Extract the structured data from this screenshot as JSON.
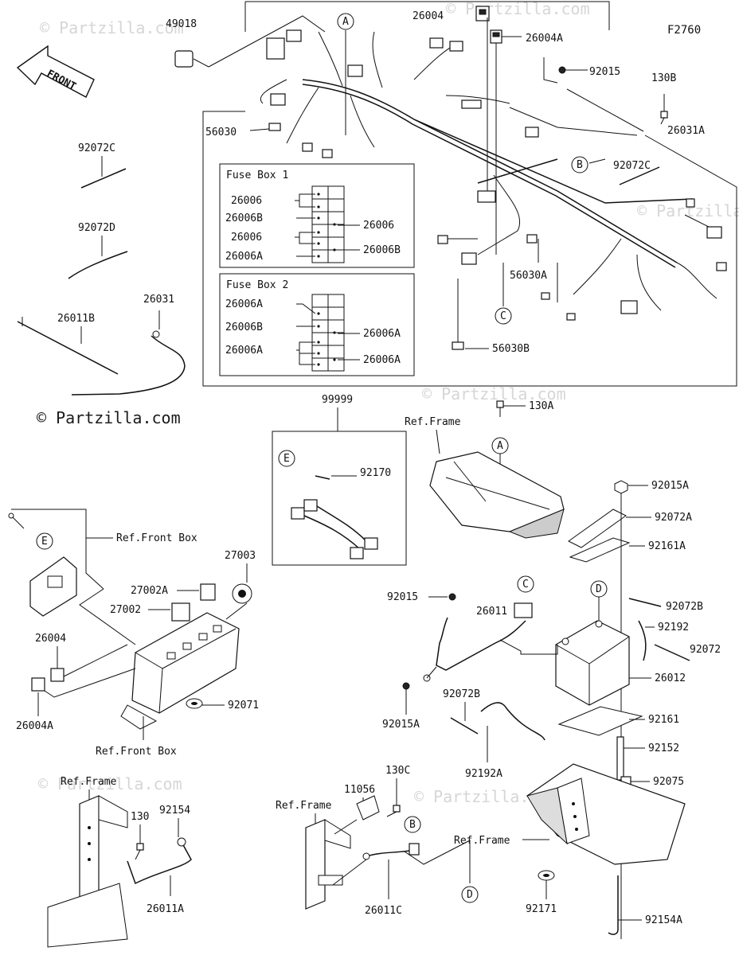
{
  "diagram_code": "F2760",
  "front_label": "FRONT",
  "watermark_dark": "© Partzilla.com",
  "watermarks": [
    "© Partzilla.com",
    "© Partzilla.com",
    "© Partzilla.com",
    "© Partzilla.com",
    "© Partzilla.com",
    "© Partzilla.com"
  ],
  "fuse_box_1": {
    "title": "Fuse Box 1",
    "left": [
      "26006",
      "26006B",
      "26006",
      "26006A"
    ],
    "right": [
      "26006",
      "26006B"
    ]
  },
  "fuse_box_2": {
    "title": "Fuse Box 2",
    "left": [
      "26006A",
      "26006B",
      "26006A"
    ],
    "right": [
      "26006A",
      "26006A"
    ]
  },
  "callouts": {
    "A": "A",
    "B": "B",
    "C": "C",
    "D": "D",
    "E": "E"
  },
  "parts": {
    "p49018": "49018",
    "p26004": "26004",
    "p26004A": "26004A",
    "p92015": "92015",
    "p130B": "130B",
    "p26031A": "26031A",
    "p56030": "56030",
    "p92072C_top": "92072C",
    "p92072C_left": "92072C",
    "p92072D": "92072D",
    "p26031": "26031",
    "p26011B": "26011B",
    "p56030A": "56030A",
    "p56030B": "56030B",
    "p99999": "99999",
    "p92170": "92170",
    "p130A": "130A",
    "refFrame1": "Ref.Frame",
    "p92015A_r": "92015A",
    "p92072A": "92072A",
    "p92161A": "92161A",
    "refFrontBox1": "Ref.Front Box",
    "p27003": "27003",
    "p27002A": "27002A",
    "p27002": "27002",
    "p26004_l": "26004",
    "p26004A_l": "26004A",
    "p92071": "92071",
    "refFrontBox2": "Ref.Front Box",
    "p92015_m": "92015",
    "p26011": "26011",
    "p92015A_m": "92015A",
    "p92072B_m": "92072B",
    "p92192A": "92192A",
    "p92072B_r": "92072B",
    "p92192": "92192",
    "p92072": "92072",
    "p26012": "26012",
    "p92161": "92161",
    "p92152": "92152",
    "p92075": "92075",
    "refFrame2": "Ref.Frame",
    "p130": "130",
    "p92154": "92154",
    "p26011A": "26011A",
    "p130C": "130C",
    "p11056": "11056",
    "refFrame3": "Ref.Frame",
    "p26011C": "26011C",
    "refFrame4": "Ref.Frame",
    "p92171": "92171",
    "p92154A": "92154A"
  }
}
